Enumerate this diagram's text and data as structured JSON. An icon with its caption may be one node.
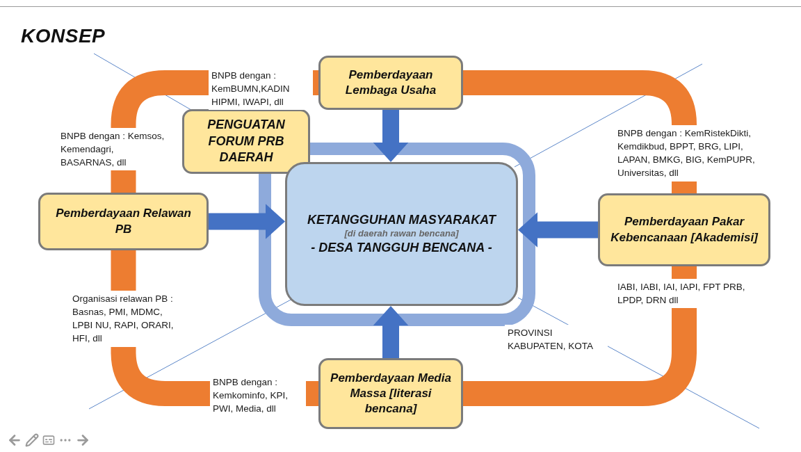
{
  "diagram": {
    "title": "KONSEP",
    "nodes": [
      {
        "text": [
          "Pemberdayaan Lembaga Usaha"
        ]
      },
      {
        "text": [
          "PENGUATAN FORUM PRB DAERAH"
        ]
      },
      {
        "text": [
          "Pemberdayaan Relawan PB"
        ]
      },
      {
        "text": [
          "KETANGGUHAN MASYARAKAT",
          "[di daerah rawan bencana]",
          "- DESA TANGGUH BENCANA -"
        ]
      },
      {
        "text": [
          "Pemberdayaan Pakar Kebencanaan [Akademisi]"
        ]
      },
      {
        "text": [
          "Pemberdayaan Media Massa [literasi bencana]"
        ]
      }
    ],
    "edges": [
      {
        "from": 0,
        "to": 3,
        "arrow": "to",
        "color": "#4472c4"
      },
      {
        "from": 2,
        "to": 3,
        "arrow": "to",
        "color": "#4472c4"
      },
      {
        "from": 4,
        "to": 3,
        "arrow": "to",
        "color": "#4472c4"
      },
      {
        "from": 5,
        "to": 3,
        "arrow": "to",
        "color": "#4472c4"
      },
      {
        "from": 0,
        "to": 2,
        "arrow": "none",
        "color": "#ed7d31"
      },
      {
        "from": 2,
        "to": 5,
        "arrow": "none",
        "color": "#ed7d31"
      },
      {
        "from": 5,
        "to": 4,
        "arrow": "none",
        "color": "#ed7d31"
      },
      {
        "from": 4,
        "to": 0,
        "arrow": "none",
        "color": "#ed7d31"
      }
    ],
    "labels": [
      "BNPB dengan : KemBUMN,KADIN HIPMI, IWAPI, dll",
      "BNPB dengan : Kemsos, Kemendagri, BASARNAS, dll",
      "BNPB dengan : KemRistekDikti, Kemdikbud, BPPT, BRG, LIPI, LAPAN, BMKG, BIG, KemPUPR, Universitas, dll",
      "Organisasi relawan PB : Basnas, PMI, MDMC, LPBI NU, RAPI, ORARI, HFI, dll",
      "IABI, IABI, IAI, IAPI, FPT PRB, LPDP, DRN dll",
      "PROVINSI KABUPATEN, KOTA",
      "BNPB dengan : Kemkominfo, KPI, PWI, Media, dll"
    ]
  }
}
